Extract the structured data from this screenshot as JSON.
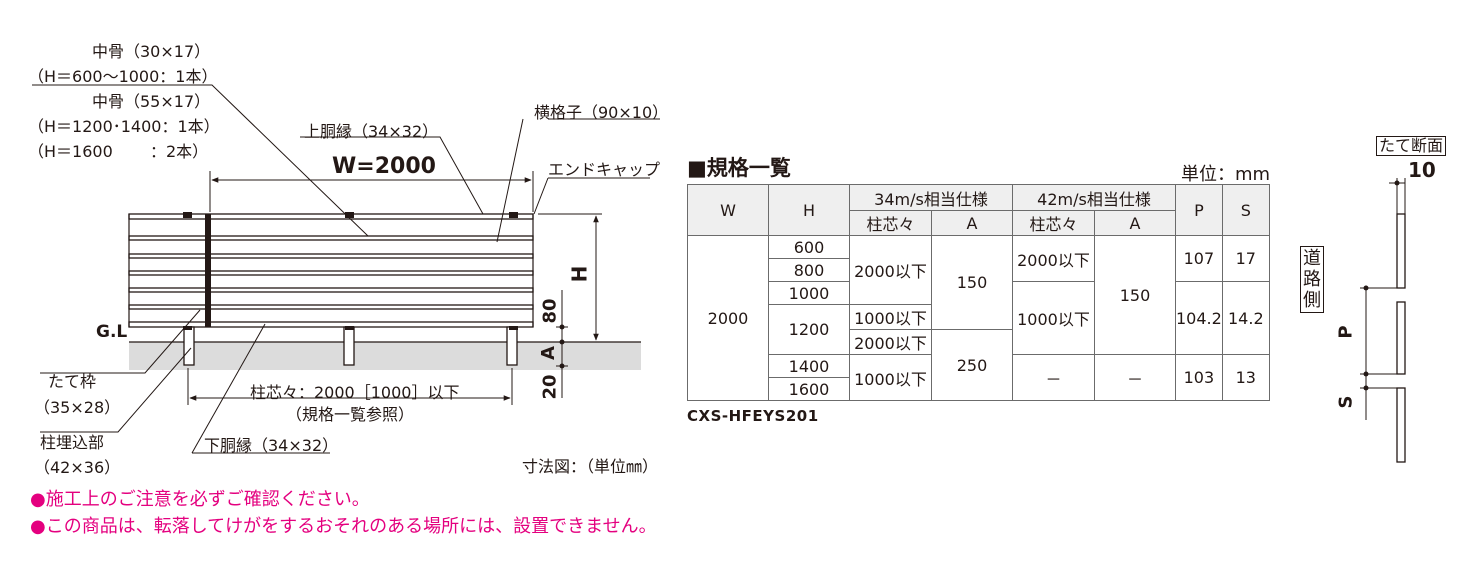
{
  "labels": {
    "naka_a": "中骨（30×17）",
    "naka_a_h": "（H＝600～1000：1本）",
    "naka_b": "中骨（55×17）",
    "naka_b_h1": "（H＝1200･1400：1本）",
    "naka_b_h2a": "（H＝1600",
    "naka_b_h2b": "：2本）",
    "uwadou": "上胴縁（34×32）",
    "yokogoshi": "横格子（90×10）",
    "endcap": "エンドキャップ",
    "width": "W=2000",
    "gl": "G.L",
    "h": "H",
    "dim80": "80",
    "dimA": "A",
    "dim20": "20",
    "tatewaku": "たて枠",
    "tatewaku_size": "（35×28）",
    "umekomi": "柱埋込部",
    "umekomi_size": "（42×36）",
    "pitch": "柱芯々：2000［1000］以下",
    "pitch_ref": "（規格一覧参照）",
    "shitadou": "下胴縁（34×32）",
    "scale_note": "寸法図：（単位㎜）"
  },
  "table": {
    "title": "■規格一覧",
    "unit": "単位：mm",
    "model": "CXS-HFEYS201",
    "header": {
      "w": "W",
      "h": "H",
      "spec34": "34m/s相当仕様",
      "spec42": "42m/s相当仕様",
      "p": "P",
      "s": "S",
      "pitch34": "柱芯々",
      "a34": "A",
      "pitch42": "柱芯々",
      "a42": "A"
    },
    "w_value": "2000",
    "h_values": [
      "600",
      "800",
      "1000",
      "1200",
      "1400",
      "1600"
    ],
    "pitch34": [
      "2000以下",
      "1000以下",
      "2000以下",
      "1000以下"
    ],
    "a34": [
      "150",
      "250"
    ],
    "pitch42": [
      "2000以下",
      "1000以下",
      "－"
    ],
    "a42": [
      "150",
      "－"
    ],
    "p": [
      "107",
      "104.2",
      "103"
    ],
    "s": [
      "17",
      "14.2",
      "13"
    ]
  },
  "section": {
    "title": "たて断面",
    "thickness": "10",
    "road_side": [
      "道",
      "路",
      "側"
    ],
    "p": "P",
    "s": "S"
  },
  "notes": [
    "●施工上のご注意を必ずご確認ください。",
    "●この商品は、転落してけがをするおそれのある場所には、設置できません。"
  ]
}
